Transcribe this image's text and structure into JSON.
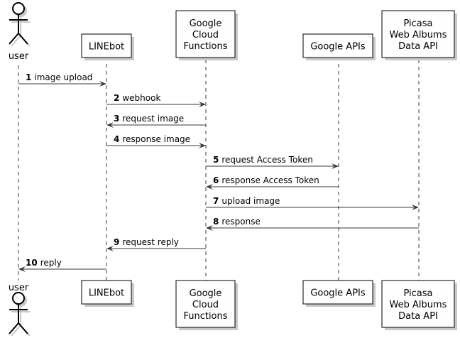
{
  "actor": {
    "name": "user",
    "icon": "stick-figure-actor-icon"
  },
  "participants": [
    {
      "id": "linebot",
      "lines": [
        "LINEbot"
      ]
    },
    {
      "id": "gcf",
      "lines": [
        "Google",
        "Cloud",
        "Functions"
      ]
    },
    {
      "id": "googleapis",
      "lines": [
        "Google APIs"
      ]
    },
    {
      "id": "picasa",
      "lines": [
        "Picasa",
        "Web Albums",
        "Data API"
      ]
    }
  ],
  "messages": [
    {
      "num": "1",
      "text": "image upload",
      "from": "user",
      "to": "linebot"
    },
    {
      "num": "2",
      "text": "webhook",
      "from": "linebot",
      "to": "gcf"
    },
    {
      "num": "3",
      "text": "request image",
      "from": "gcf",
      "to": "linebot"
    },
    {
      "num": "4",
      "text": "response image",
      "from": "linebot",
      "to": "gcf"
    },
    {
      "num": "5",
      "text": "request Access Token",
      "from": "gcf",
      "to": "googleapis"
    },
    {
      "num": "6",
      "text": "response Access Token",
      "from": "googleapis",
      "to": "gcf"
    },
    {
      "num": "7",
      "text": "upload image",
      "from": "gcf",
      "to": "picasa"
    },
    {
      "num": "8",
      "text": "response",
      "from": "picasa",
      "to": "gcf"
    },
    {
      "num": "9",
      "text": "request reply",
      "from": "gcf",
      "to": "linebot"
    },
    {
      "num": "10",
      "text": "reply",
      "from": "linebot",
      "to": "user"
    }
  ],
  "colors": {
    "box_fill": "#fefefe",
    "box_stroke": "#000000",
    "shadow": "#c8c8c8",
    "arrow": "#383838",
    "lifeline": "#383838",
    "actor_fill": "#fefefe"
  }
}
